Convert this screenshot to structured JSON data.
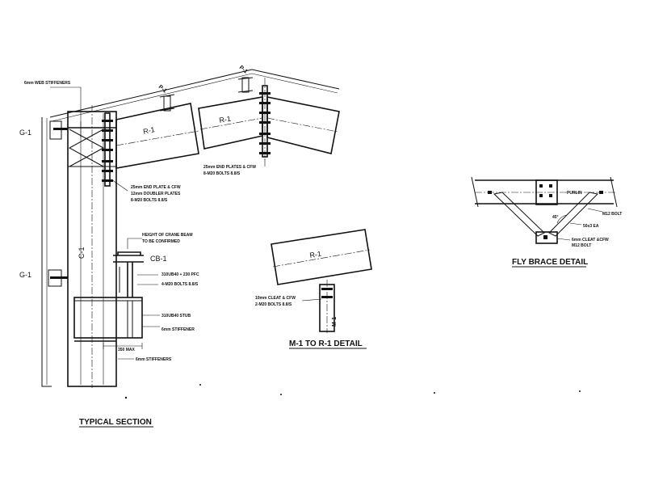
{
  "typical_section": {
    "title": "TYPICAL SECTION",
    "web_stiffeners": "6mm WEB STIFFENERS",
    "girt_top": "G-1",
    "girt_mid": "G-1",
    "column": "C-1",
    "rafter_left": "R-1",
    "rafter_right": "R-1",
    "purlin_left": "P-1",
    "purlin_right": "P-1",
    "haunch_note_1": "25mm END PLATE & CFW",
    "haunch_note_2": "12mm DOUBLER PLATES",
    "haunch_note_3": "8-M20 BOLTS 8.8/S",
    "apex_note_1": "25mm END PLATES & CFW",
    "apex_note_2": "8-M20 BOLTS 8.8/S",
    "crane_note_1": "HEIGHT OF CRANE BEAM",
    "crane_note_2": "TO BE CONFIRMED",
    "crane_beam": "CB-1",
    "crane_section_note": "310UB40 + 230 PFC",
    "crane_bolts_note": "4-M20 BOLTS 8.8/S",
    "stub_note": "310UB40 STUB",
    "stiffener_note": "6mm STIFFENER",
    "max_dim": "350 MAX",
    "stiffeners_note": "6mm STIFFENERS"
  },
  "m1_detail": {
    "title": "M-1 TO R-1 DETAIL",
    "rafter": "R-1",
    "member": "M-1",
    "cleat_note_1": "10mm CLEAT & CFW",
    "cleat_note_2": "2-M20 BOLTS 8.8/S"
  },
  "fly_brace": {
    "title": "FLY BRACE DETAIL",
    "purlin": "PURLIN",
    "bolt_note": "M12 BOLT",
    "angle_note": "50x3 EA",
    "angle_degrees": "45°",
    "cleat_note_1": "6mm CLEAT &CFW",
    "cleat_note_2": "M12 BOLT"
  }
}
